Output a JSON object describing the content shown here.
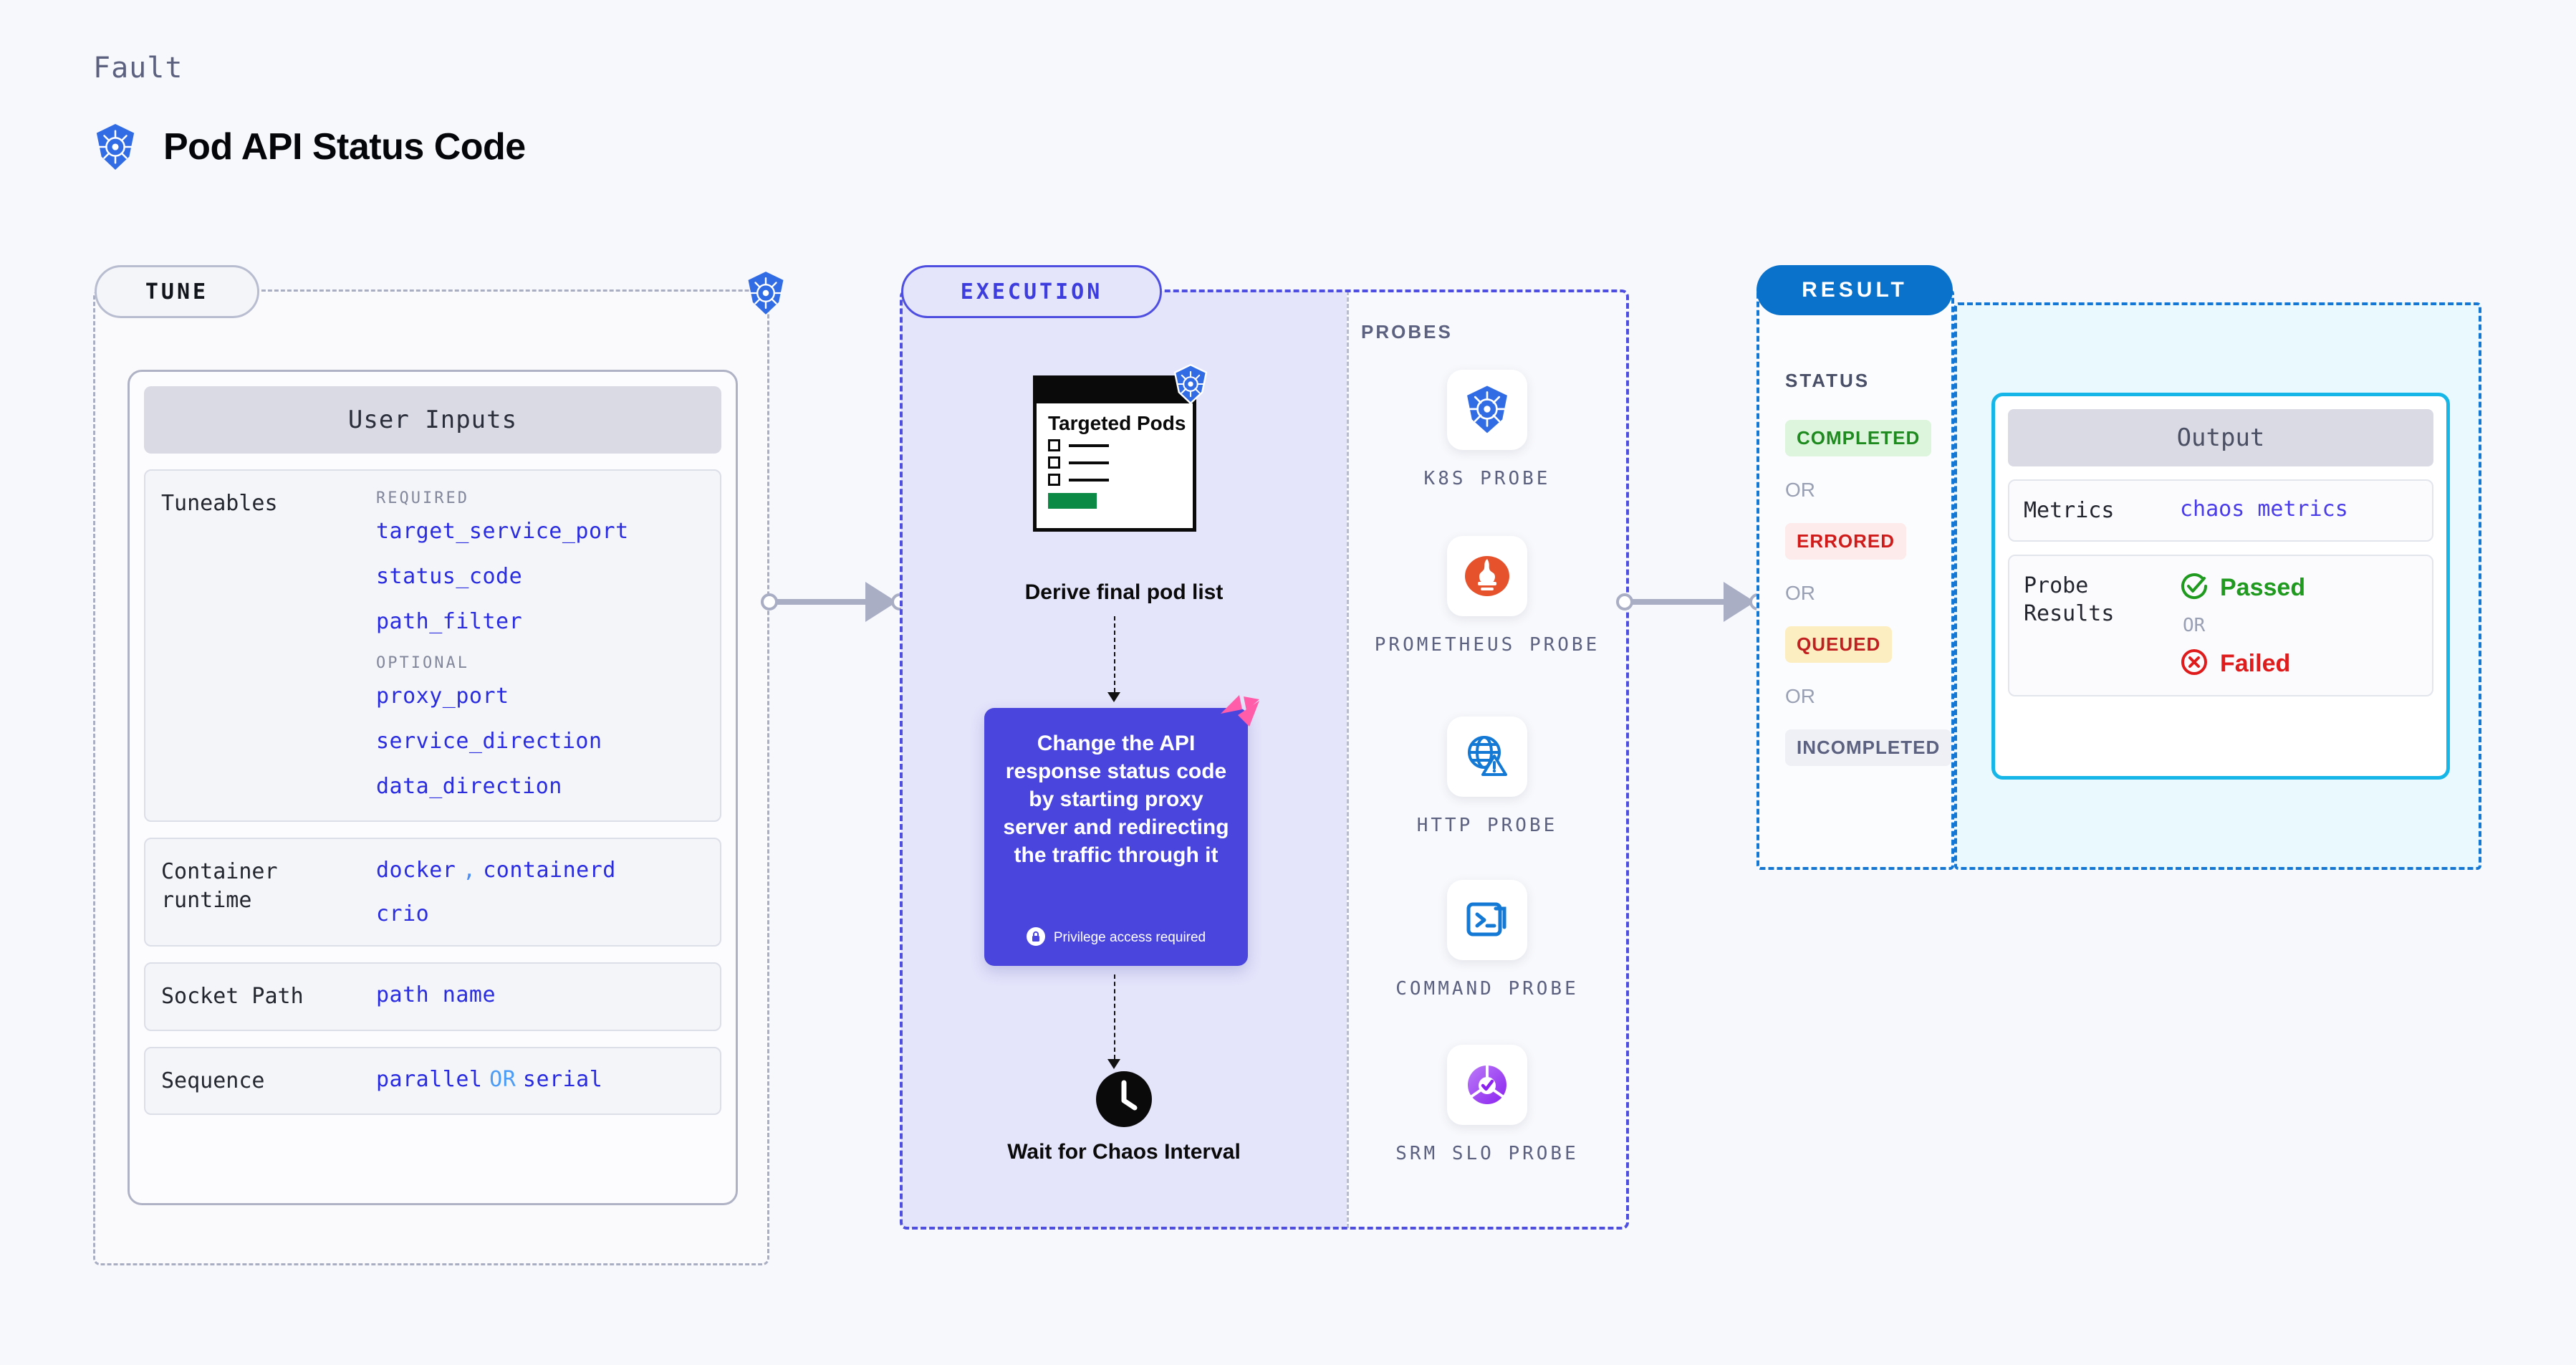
{
  "header": {
    "kicker": "Fault",
    "title": "Pod API Status Code",
    "logo_icon": "kubernetes-icon"
  },
  "tune": {
    "pill_label": "TUNE",
    "badge_icon": "kubernetes-icon",
    "card_title": "User Inputs",
    "rows": [
      {
        "label": "Tuneables",
        "groups": [
          {
            "kicker": "REQUIRED",
            "items": [
              "target_service_port",
              "status_code",
              "path_filter"
            ]
          },
          {
            "kicker": "OPTIONAL",
            "items": [
              "proxy_port",
              "service_direction",
              "data_direction"
            ]
          }
        ]
      },
      {
        "label": "Container runtime",
        "values_line1": [
          "docker",
          ",",
          "containerd"
        ],
        "values_line2": "crio"
      },
      {
        "label": "Socket Path",
        "value": "path name"
      },
      {
        "label": "Sequence",
        "value_a": "parallel",
        "operator": "OR",
        "value_b": "serial"
      }
    ]
  },
  "execution": {
    "pill_label": "EXECUTION",
    "targeted_pods": {
      "title": "Targeted Pods",
      "badge_icon": "kubernetes-icon",
      "checkbox_count": 3
    },
    "derive_label": "Derive final pod list",
    "action_card": {
      "text": "Change the API response status code by starting proxy server and redirecting the traffic through it",
      "privilege_note": "Privilege access required",
      "privilege_icon": "lock-icon",
      "ribbon_icon": "harness-logo-icon",
      "color": "#4a46dd"
    },
    "wait_step": {
      "icon": "clock-icon",
      "label": "Wait for Chaos Interval"
    },
    "probes_header": "PROBES",
    "probes": [
      {
        "label": "K8S PROBE",
        "icon": "kubernetes-icon"
      },
      {
        "label": "PROMETHEUS PROBE",
        "icon": "prometheus-icon"
      },
      {
        "label": "HTTP PROBE",
        "icon": "globe-warning-icon"
      },
      {
        "label": "COMMAND PROBE",
        "icon": "terminal-icon"
      },
      {
        "label": "SRM SLO PROBE",
        "icon": "srm-slo-icon"
      }
    ]
  },
  "result": {
    "pill_label": "RESULT",
    "status_kicker": "STATUS",
    "statuses": [
      {
        "label": "COMPLETED",
        "bg": "#dcf5dc",
        "fg": "#1f8a1f"
      },
      {
        "label": "ERRORED",
        "bg": "#fdeaea",
        "fg": "#d01b1b"
      },
      {
        "label": "QUEUED",
        "bg": "#fdeec2",
        "fg": "#c02020"
      },
      {
        "label": "INCOMPLETED",
        "bg": "#eef0f5",
        "fg": "#5c6180"
      }
    ],
    "separator": "OR",
    "output": {
      "title": "Output",
      "metrics_label": "Metrics",
      "metrics_value": "chaos metrics",
      "probe_results_label": "Probe Results",
      "passed_label": "Passed",
      "failed_label": "Failed",
      "separator": "OR",
      "passed_icon": "check-circle-icon",
      "failed_icon": "x-circle-icon"
    }
  }
}
